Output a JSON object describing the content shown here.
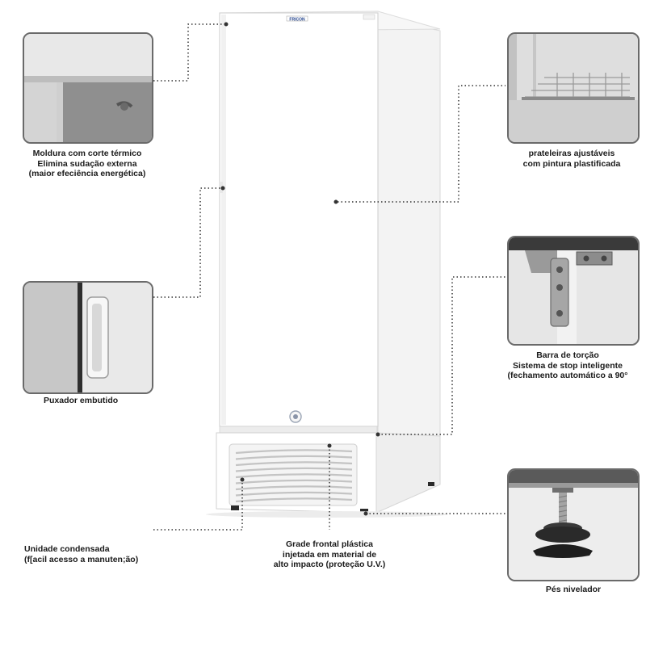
{
  "brand": "FRICON",
  "callouts": {
    "frame": {
      "lines": [
        "Moldura com corte térmico",
        "Elimina sudação externa",
        "(maior efeciência energética)"
      ]
    },
    "shelves": {
      "lines": [
        "prateleiras ajustáveis",
        "com pintura plastificada"
      ]
    },
    "handle": {
      "lines": [
        "Puxador embutido"
      ]
    },
    "torsion": {
      "lines": [
        "Barra de torção",
        "Sistema de stop inteligente",
        "(fechamento automático a 90°"
      ]
    },
    "condenser": {
      "lines": [
        "Unidade condensada",
        "(f[acil acesso a manuten;ão)"
      ]
    },
    "grille": {
      "lines": [
        "Grade frontal plástica",
        "injetada em material de",
        "alto impacto (proteção U.V.)"
      ]
    },
    "feet": {
      "lines": [
        "Pés nivelador"
      ]
    }
  },
  "colors": {
    "panel_border": "#6a6a6a",
    "leader": "#333333",
    "body": "#ffffff",
    "shadow": "#e2e2e2"
  }
}
